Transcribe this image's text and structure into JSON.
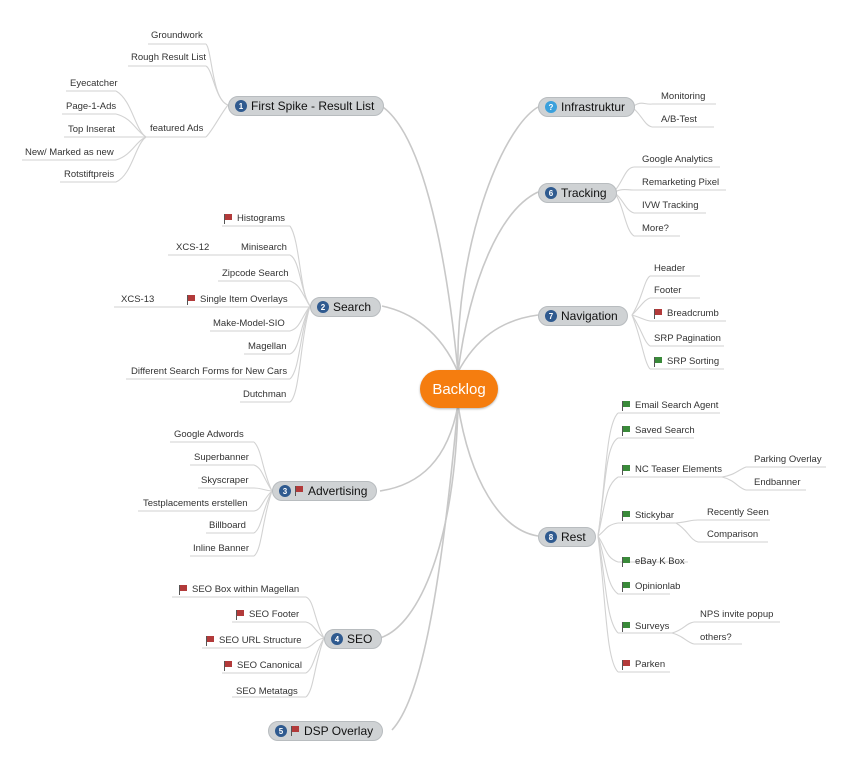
{
  "center": {
    "label": "Backlog"
  },
  "topics": {
    "first_spike": {
      "number": "1",
      "label": "First Spike - Result List"
    },
    "infrastruktur": {
      "number": "?",
      "label": "Infrastruktur"
    },
    "tracking": {
      "number": "6",
      "label": "Tracking"
    },
    "search": {
      "number": "2",
      "label": "Search"
    },
    "navigation": {
      "number": "7",
      "label": "Navigation"
    },
    "advertising": {
      "number": "3",
      "label": "Advertising"
    },
    "rest": {
      "number": "8",
      "label": "Rest"
    },
    "seo": {
      "number": "4",
      "label": "SEO"
    },
    "dsp_overlay": {
      "number": "5",
      "label": "DSP Overlay"
    }
  },
  "first_spike_items": {
    "groundwork": "Groundwork",
    "rough_result_list": "Rough Result List",
    "featured_ads": "featured Ads",
    "eyecatcher": "Eyecatcher",
    "page_1_ads": "Page-1-Ads",
    "top_inserat": "Top Inserat",
    "new_marked": "New/ Marked as new",
    "rotstiftpreis": "Rotstiftpreis"
  },
  "infrastruktur_items": {
    "monitoring": "Monitoring",
    "ab_test": "A/B-Test"
  },
  "tracking_items": {
    "google_analytics": "Google Analytics",
    "remarketing_pixel": "Remarketing Pixel",
    "ivw_tracking": "IVW Tracking",
    "more": "More?"
  },
  "search_items": {
    "histograms": "Histograms",
    "minisearch": "Minisearch",
    "xcs_12": "XCS-12",
    "zipcode_search": "Zipcode Search",
    "single_item_overlays": "Single Item Overlays",
    "xcs_13": "XCS-13",
    "make_model_sio": "Make-Model-SIO",
    "magellan": "Magellan",
    "different_search_forms": "Different Search Forms for New Cars",
    "dutchman": "Dutchman"
  },
  "navigation_items": {
    "header": "Header",
    "footer": "Footer",
    "breadcrumb": "Breadcrumb",
    "srp_pagination": "SRP Pagination",
    "srp_sorting": "SRP Sorting"
  },
  "advertising_items": {
    "google_adwords": "Google Adwords",
    "superbanner": "Superbanner",
    "skyscraper": "Skyscraper",
    "testplacements": "Testplacements erstellen",
    "billboard": "Billboard",
    "inline_banner": "Inline Banner"
  },
  "rest_items": {
    "email_search_agent": "Email Search Agent",
    "saved_search": "Saved Search",
    "nc_teaser_elements": "NC Teaser Elements",
    "parking_overlay": "Parking Overlay",
    "endbanner": "Endbanner",
    "stickybar": "Stickybar",
    "recently_seen": "Recently Seen",
    "comparison": "Comparison",
    "ebay_k_box": "eBay K Box",
    "opinionlab": "Opinionlab",
    "surveys": "Surveys",
    "nps_invite_popup": "NPS invite popup",
    "others": "others?",
    "parken": "Parken"
  },
  "seo_items": {
    "seo_box_within_magellan": "SEO Box within Magellan",
    "seo_footer": "SEO Footer",
    "seo_url_structure": "SEO URL Structure",
    "seo_canonical": "SEO Canonical",
    "seo_metatags": "SEO Metatags"
  },
  "colors": {
    "center": "#f57d0f",
    "topic_bg": "#cfd2d4",
    "connector": "#c8c8c8",
    "number_badge": "#2f5a8f",
    "flag_red": "#b23a3a",
    "flag_green": "#3a8a3a"
  }
}
